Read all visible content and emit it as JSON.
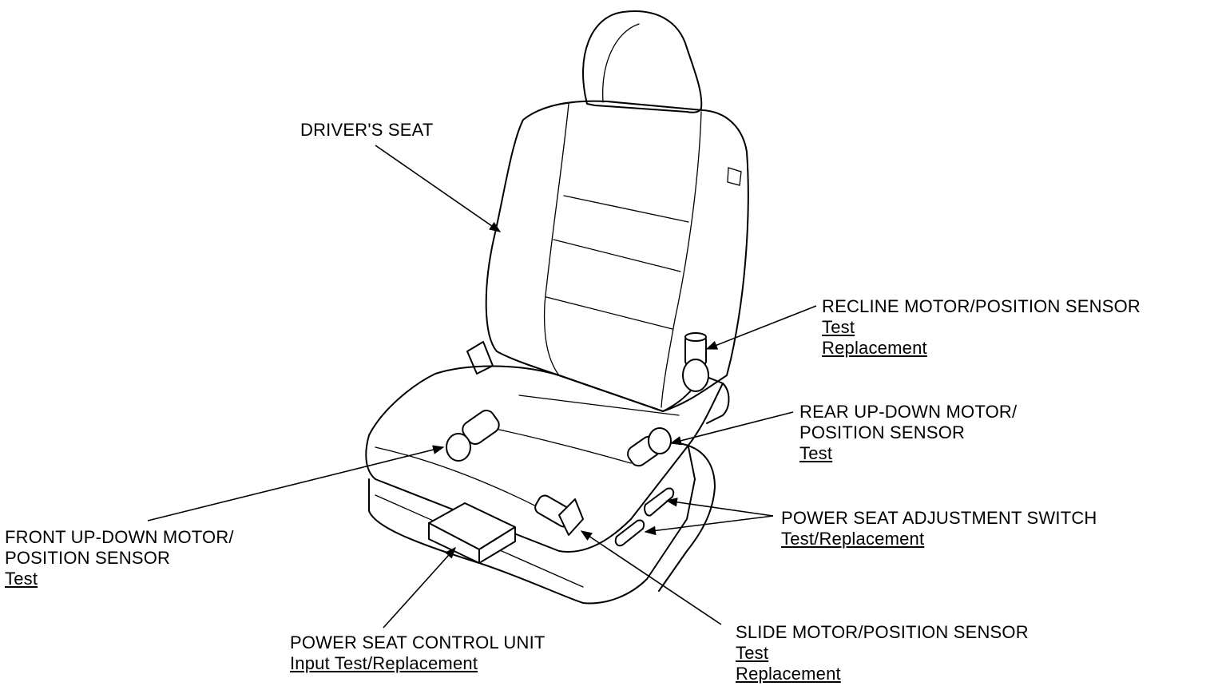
{
  "callouts": {
    "drivers_seat": {
      "title": "DRIVER'S SEAT"
    },
    "recline": {
      "title": "RECLINE MOTOR/POSITION SENSOR",
      "links": [
        "Test",
        "Replacement"
      ]
    },
    "rear_updown": {
      "title_line1": "REAR UP-DOWN MOTOR/",
      "title_line2": "POSITION SENSOR",
      "links": [
        "Test"
      ]
    },
    "adjust_switch": {
      "title": "POWER SEAT ADJUSTMENT SWITCH",
      "links": [
        "Test/Replacement"
      ]
    },
    "front_updown": {
      "title_line1": "FRONT UP-DOWN MOTOR/",
      "title_line2": "POSITION SENSOR",
      "links": [
        "Test"
      ]
    },
    "control_unit": {
      "title": "POWER SEAT CONTROL UNIT",
      "links": [
        "Input Test/Replacement"
      ]
    },
    "slide": {
      "title": "SLIDE MOTOR/POSITION SENSOR",
      "links": [
        "Test",
        "Replacement"
      ]
    }
  }
}
